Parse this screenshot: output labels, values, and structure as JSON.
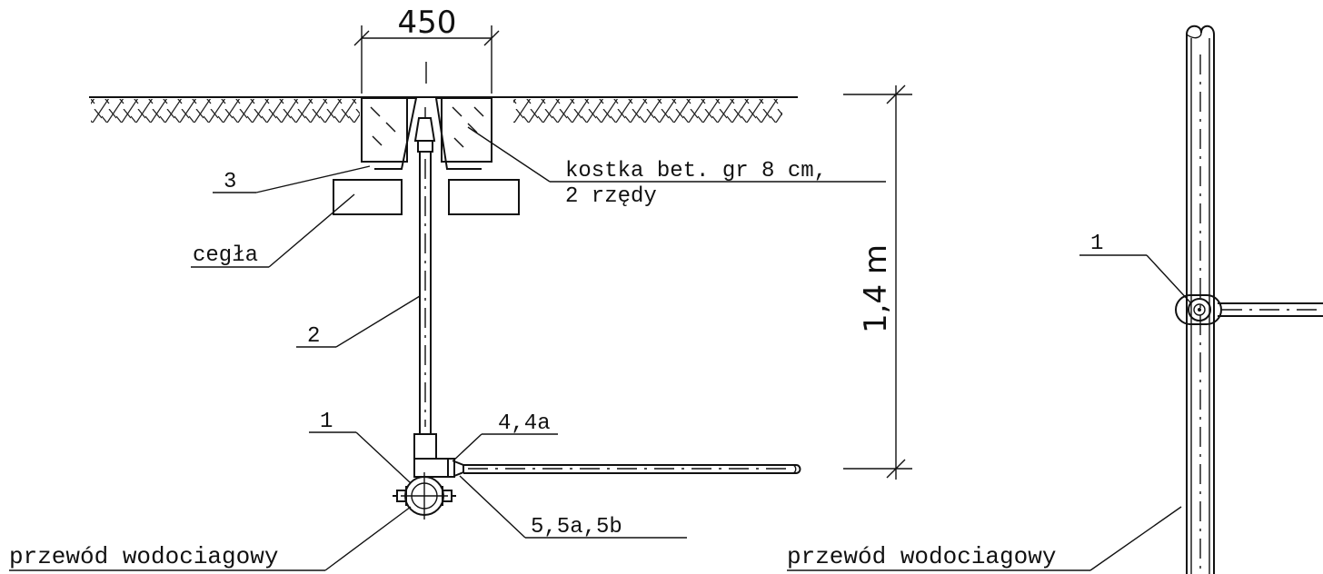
{
  "dimensions": {
    "width_label": "450",
    "depth_label": "1,4 m"
  },
  "labels": {
    "kostka_line1": "kostka bet. gr 8 cm,",
    "kostka_line2": "2 rzędy",
    "item_3": "3",
    "cegla": "cegła",
    "item_2": "2",
    "item_1_left": "1",
    "item_4": "4,4a",
    "item_5": "5,5a,5b",
    "pipe_left": "przewód wodociagowy",
    "item_1_right": "1",
    "pipe_right": "przewód wodociagowy"
  },
  "colors": {
    "line": "#111111",
    "background": "#ffffff"
  }
}
